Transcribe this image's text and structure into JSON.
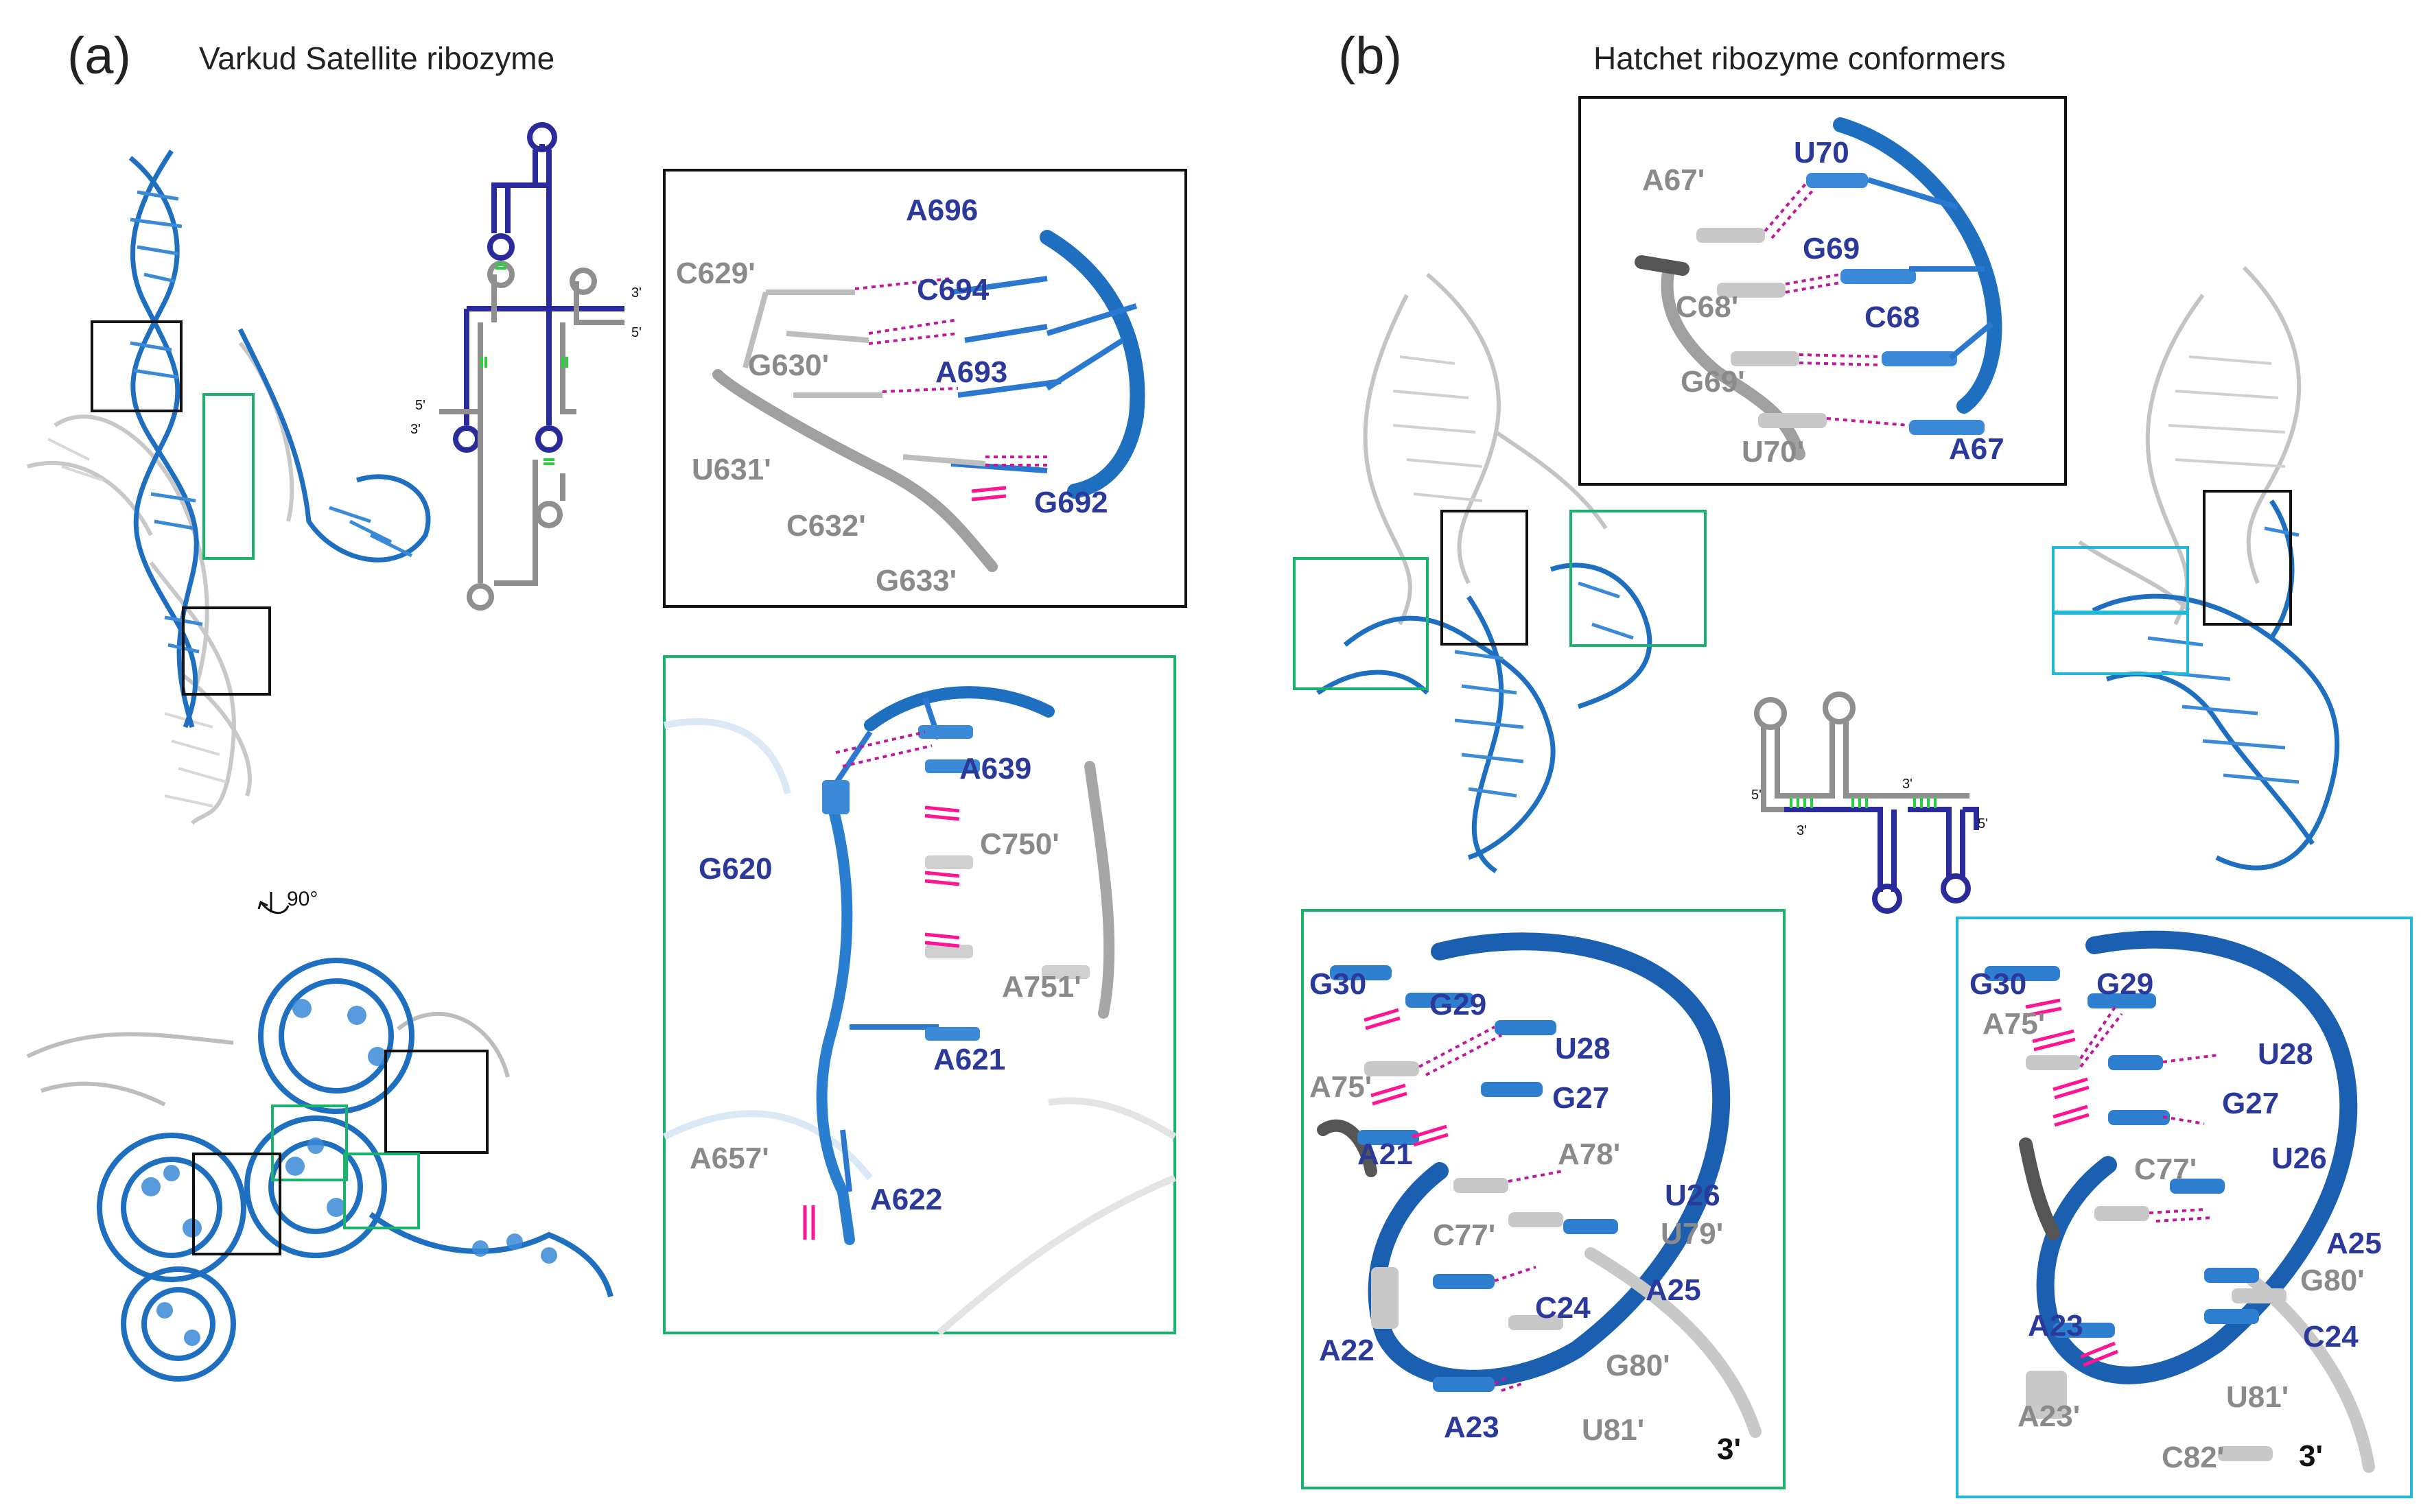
{
  "panel_a": {
    "label": "(a)",
    "title": "Varkud Satellite ribozyme",
    "rotation": "90°",
    "schematic_ends": [
      "5'",
      "3'",
      "3'",
      "5'"
    ],
    "inset_top_labels": {
      "A696": "A696",
      "C629": "C629'",
      "C694": "C694",
      "G630": "G630'",
      "A693": "A693",
      "U631": "U631'",
      "C632": "C632'",
      "G692": "G692",
      "G633": "G633'"
    },
    "inset_bottom_labels": {
      "A639": "A639",
      "C750": "C750'",
      "G620": "G620",
      "A751": "A751'",
      "A621": "A621",
      "A657": "A657'",
      "A622": "A622"
    }
  },
  "panel_b": {
    "label": "(b)",
    "title": "Hatchet ribozyme conformers",
    "schematic_ends": [
      "5'",
      "3'",
      "3'",
      "5'"
    ],
    "inset_top_labels": {
      "A67p": "A67'",
      "U70": "U70",
      "G69": "G69",
      "C68p": "C68'",
      "C68": "C68",
      "G69p": "G69'",
      "U70p": "U70'",
      "A67": "A67"
    },
    "inset_green_labels": {
      "G30": "G30",
      "G29": "G29",
      "U28": "U28",
      "A75p": "A75'",
      "G27": "G27",
      "A21": "A21",
      "A78p": "A78'",
      "U26": "U26",
      "C77p": "C77'",
      "U79p": "U79'",
      "A25": "A25",
      "C24": "C24",
      "A22": "A22",
      "G80p": "G80'",
      "A23": "A23",
      "U81p": "U81'",
      "end3": "3'"
    },
    "inset_cyan_labels": {
      "G30": "G30",
      "G29": "G29",
      "A75p": "A75'",
      "U28": "U28",
      "G27": "G27",
      "C77p": "C77'",
      "U26": "U26",
      "A25": "A25",
      "G80p": "G80'",
      "A23": "A23",
      "C24": "C24",
      "A23p": "A23'",
      "U81p": "U81'",
      "C82p": "C82'",
      "end3": "3'"
    }
  },
  "colors": {
    "rna_blue": "#1f6fc0",
    "rna_light_blue": "#4aa3e0",
    "rna_gray": "#b8b8b8",
    "label_blue": "#2b3a9a",
    "label_gray": "#8a8a8a",
    "hbond_magenta": "#c0189a",
    "stack_pink": "#ff1493",
    "box_green": "#19b36b",
    "box_cyan": "#22b8d8",
    "schematic_navy": "#2a2a9a"
  }
}
